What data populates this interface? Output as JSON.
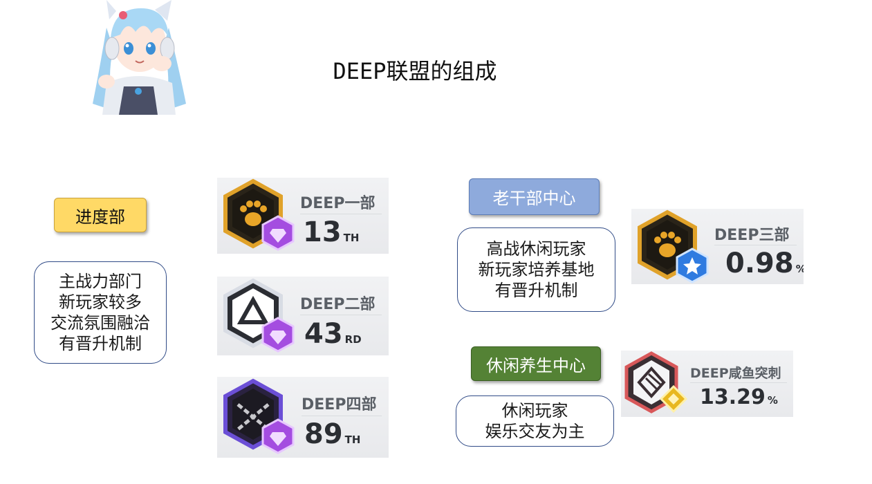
{
  "title": "DEEP联盟的组成",
  "left_section": {
    "label": "进度部",
    "description": [
      "主战力部门",
      "新玩家较多",
      "交流氛围融洽",
      "有晋升机制"
    ]
  },
  "badges": [
    {
      "name": "DEEP一部",
      "rank": "13",
      "suffix": "TH",
      "emblem": "paw-emblem-icon",
      "gem": "purple-gem-icon"
    },
    {
      "name": "DEEP二部",
      "rank": "43",
      "suffix": "RD",
      "emblem": "triangle-emblem-icon",
      "gem": "purple-gem-icon"
    },
    {
      "name": "DEEP四部",
      "rank": "89",
      "suffix": "TH",
      "emblem": "chain-emblem-icon",
      "gem": "purple-gem-icon"
    },
    {
      "name": "DEEP三部",
      "rank": "0.98",
      "suffix": "%",
      "emblem": "paw-emblem-icon",
      "gem": "blue-star-icon"
    },
    {
      "name": "DEEP咸鱼突刺",
      "rank": "13.29",
      "suffix": "%",
      "emblem": "diamond-weave-emblem-icon",
      "gem": "gold-diamond-icon"
    }
  ],
  "senior_center": {
    "label": "老干部中心",
    "description": [
      "高战休闲玩家",
      "新玩家培养基地",
      "有晋升机制"
    ]
  },
  "leisure_center": {
    "label": "休闲养生中心",
    "description": [
      "休闲玩家",
      "娱乐交友为主"
    ]
  },
  "colors": {
    "yellow_pill": "#ffd966",
    "blue_pill": "#8eaadc",
    "green_pill": "#548235",
    "box_border": "#2f4a86"
  }
}
